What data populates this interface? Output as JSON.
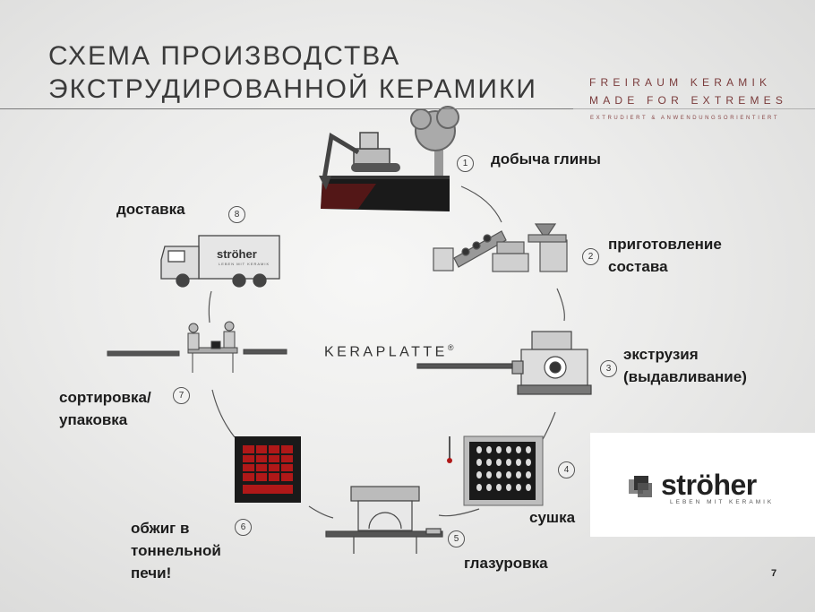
{
  "title": {
    "line1": "СХЕМА ПРОИЗВОДСТВА",
    "line2": "ЭКСТРУДИРОВАННОЙ КЕРАМИКИ"
  },
  "brand": {
    "line1": "FREIRAUM KERAMIK",
    "line2": "MADE FOR EXTREMES",
    "sub": "EXTRUDIERT & ANWENDUNGSORIENTIERT"
  },
  "center_label": "KERAPLATTE",
  "center_mark": "®",
  "steps": [
    {
      "num": "1",
      "lines": [
        "добыча глины"
      ]
    },
    {
      "num": "2",
      "lines": [
        "приготовление",
        "состава"
      ]
    },
    {
      "num": "3",
      "lines": [
        "экструзия",
        "(выдавливание)"
      ]
    },
    {
      "num": "4",
      "lines": [
        "сушка"
      ]
    },
    {
      "num": "5",
      "lines": [
        "глазуровка"
      ]
    },
    {
      "num": "6",
      "lines": [
        "обжиг в",
        "тоннельной",
        "печи!"
      ]
    },
    {
      "num": "7",
      "lines": [
        "сортировка/",
        "упаковка"
      ]
    },
    {
      "num": "8",
      "lines": [
        "доставка"
      ]
    }
  ],
  "truck_logo": {
    "word": "ströher",
    "sub": "LEBEN MIT KERAMIK"
  },
  "logo": {
    "word": "ströher",
    "sub": "LEBEN MIT KERAMIK"
  },
  "page_number": "7",
  "colors": {
    "brand_red": "#7a3b3b",
    "kiln_red": "#b01818",
    "clay_dark": "#1a1a1a"
  }
}
